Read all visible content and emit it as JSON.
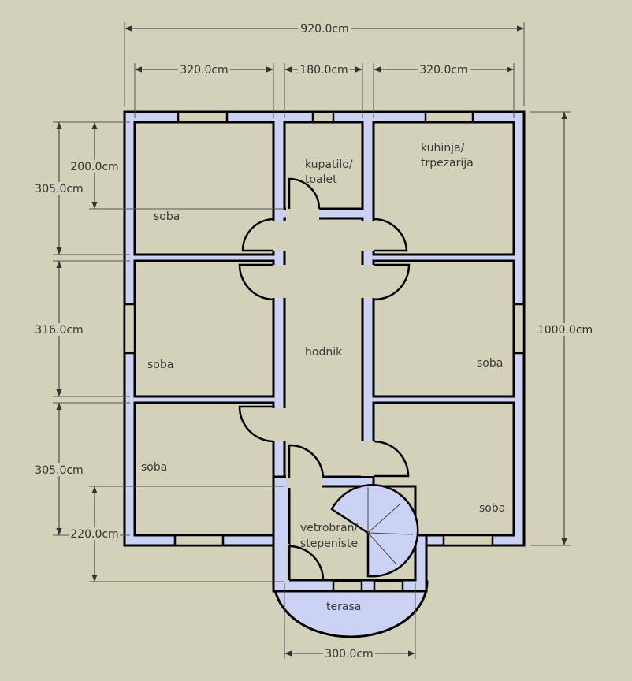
{
  "colors": {
    "background": "#d3d1b9",
    "wall": "#ccd2f4",
    "line": "#000000"
  },
  "rooms": {
    "soba_top_left": "soba",
    "kupatilo_1": "kupatilo/",
    "kupatilo_2": "toalet",
    "kuhinja_1": "kuhinja/",
    "kuhinja_2": "trpezarija",
    "soba_mid_left": "soba",
    "hodnik": "hodnik",
    "soba_mid_right": "soba",
    "soba_bottom_left": "soba",
    "vetrobran_1": "vetrobran/",
    "vetrobran_2": "stepeniste",
    "soba_bottom_right": "soba",
    "terasa": "terasa"
  },
  "dimensions": {
    "total_width": "920.0cm",
    "left_room_width": "320.0cm",
    "bath_width": "180.0cm",
    "right_room_width": "320.0cm",
    "total_depth": "1000.0cm",
    "top_room_depth": "305.0cm",
    "bath_depth": "200.0cm",
    "mid_room_depth": "316.0cm",
    "bottom_room_depth": "305.0cm",
    "vestibule_depth": "220.0cm",
    "terrace_width": "300.0cm"
  }
}
